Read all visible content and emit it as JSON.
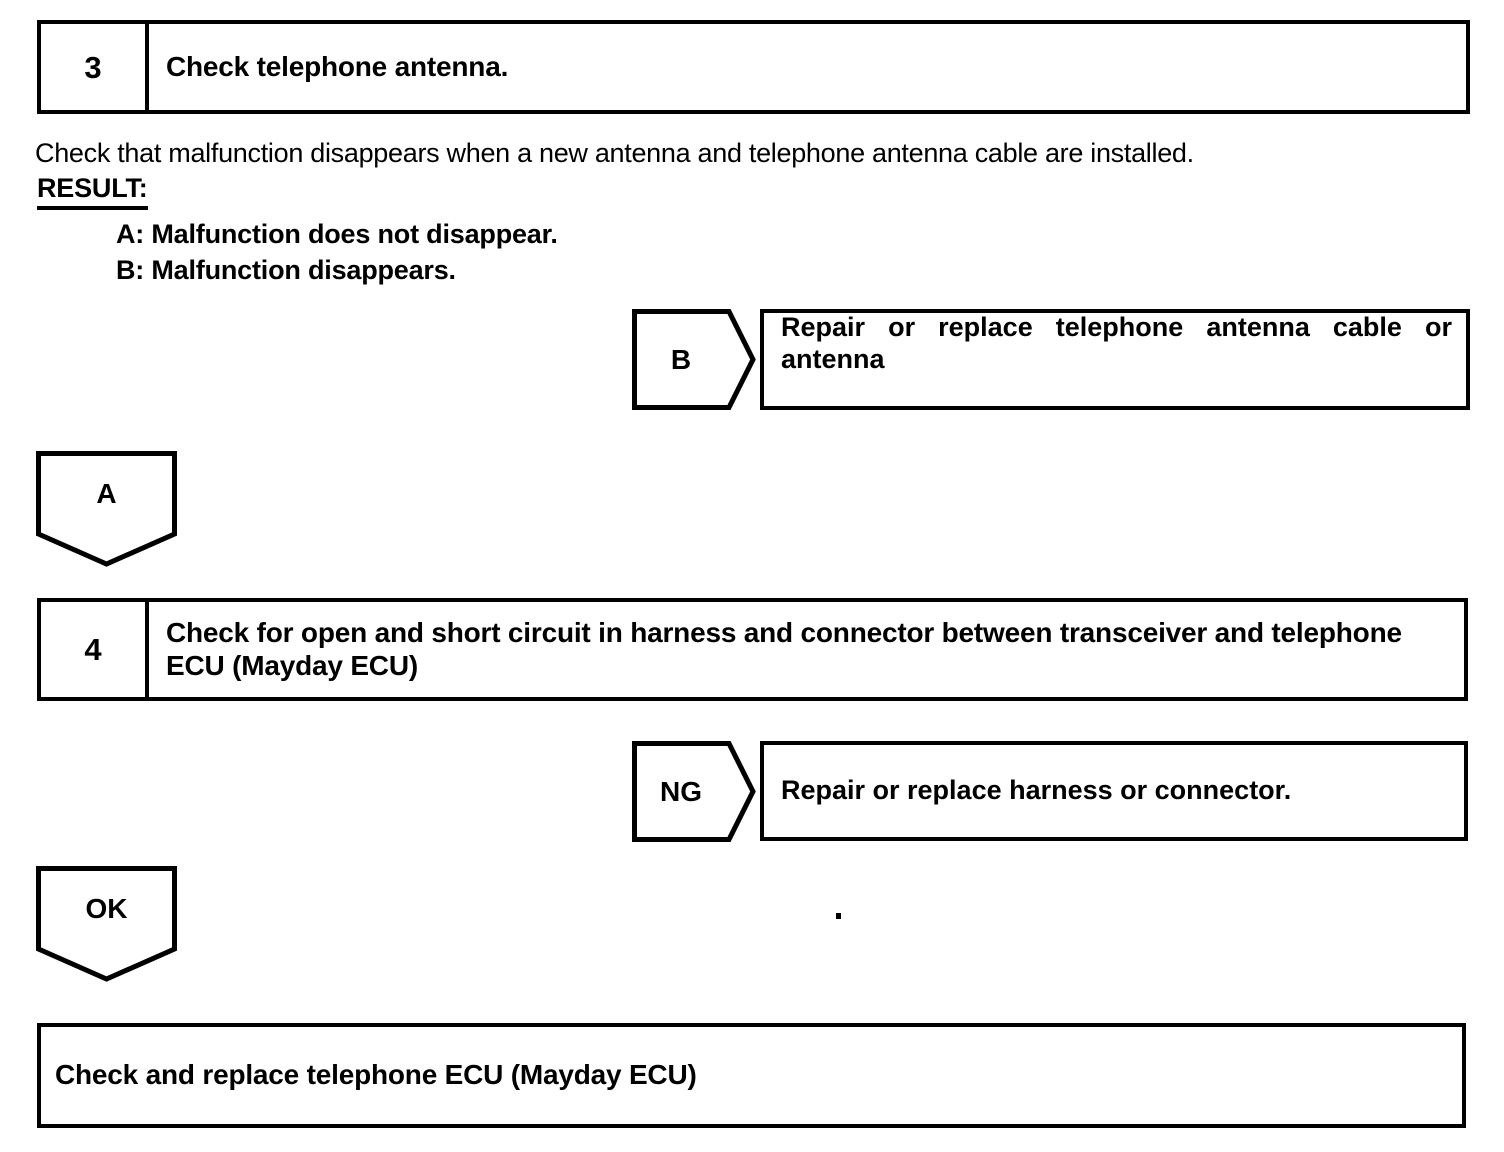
{
  "steps": [
    {
      "number": "3",
      "title": "Check telephone antenna.",
      "description": "Check that malfunction disappears when a new antenna and telephone antenna cable are installed.",
      "result_label": "RESULT:",
      "results": [
        "A: Malfunction does not disappear.",
        "B: Malfunction disappears."
      ]
    },
    {
      "number": "4",
      "title": "Check for open and short circuit in harness and connector between transceiver and telephone ECU (Mayday ECU)"
    }
  ],
  "branches": [
    {
      "tag": "B",
      "action": "Repair or replace telephone antenna cable or antenna"
    },
    {
      "tag": "NG",
      "action": "Repair or replace harness or connector."
    }
  ],
  "connectors": [
    {
      "label": "A"
    },
    {
      "label": "OK"
    }
  ],
  "final": {
    "action": "Check and replace telephone ECU (Mayday ECU)"
  },
  "colors": {
    "ink": "#000000",
    "paper": "#ffffff"
  }
}
